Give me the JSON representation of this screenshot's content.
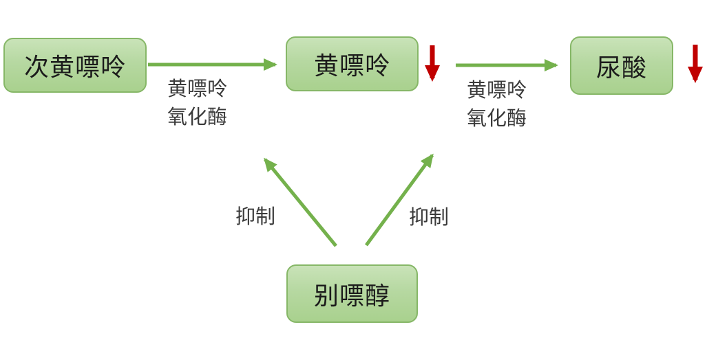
{
  "diagram": {
    "title": "purine-metabolism-pathway",
    "nodes": [
      {
        "id": "hypoxanthine",
        "label": "次黄嘌呤"
      },
      {
        "id": "xanthine",
        "label": "黄嘌呤"
      },
      {
        "id": "uric-acid",
        "label": "尿酸"
      },
      {
        "id": "allopurinol",
        "label": "别嘌醇"
      }
    ],
    "edges": [
      {
        "from": "次黄嘌呤",
        "to": "黄嘌呤",
        "enzyme": "黄嘌呤氧化酶",
        "color": "#74b14c"
      },
      {
        "from": "黄嘌呤",
        "to": "尿酸",
        "enzyme": "黄嘌呤氧化酶",
        "color": "#74b14c"
      },
      {
        "from": "别嘌醇",
        "to": "黄嘌呤氧化酶 (第一步)",
        "label": "抑制",
        "color": "#74b14c"
      },
      {
        "from": "别嘌醇",
        "to": "黄嘌呤氧化酶 (第二步)",
        "label": "抑制",
        "color": "#74b14c"
      }
    ],
    "labels": {
      "enzyme1_line1": "黄嘌呤",
      "enzyme1_line2": "氧化酶",
      "enzyme2_line1": "黄嘌呤",
      "enzyme2_line2": "氧化酶",
      "inhibit_left": "抑制",
      "inhibit_right": "抑制"
    },
    "decrease_markers": [
      {
        "after": "黄嘌呤",
        "meaning": "decrease",
        "color": "#c00000"
      },
      {
        "after": "尿酸",
        "meaning": "decrease",
        "color": "#c00000"
      }
    ],
    "colors": {
      "box_fill_top": "#c9e3b8",
      "box_fill_bottom": "#a9d18e",
      "box_border": "#86b767",
      "arrow_green": "#74b14c",
      "arrow_red": "#c00000",
      "text_dark": "#1b1b1b",
      "text_label": "#3a3a3a",
      "background": "#ffffff"
    }
  }
}
